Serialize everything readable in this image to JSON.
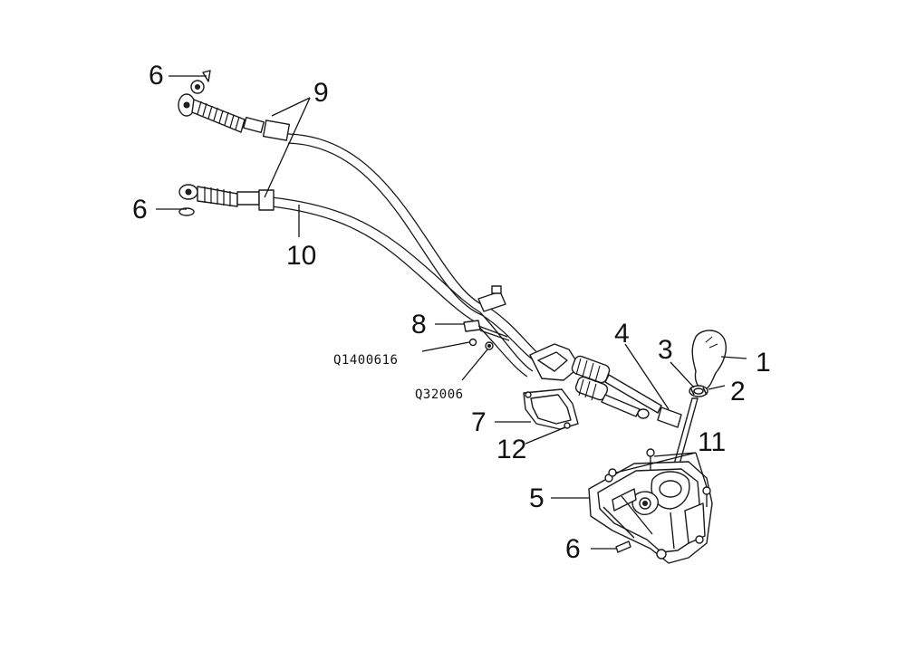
{
  "callouts": {
    "c1": "1",
    "c2": "2",
    "c3": "3",
    "c4": "4",
    "c5": "5",
    "c6a": "6",
    "c6b": "6",
    "c6c": "6",
    "c7": "7",
    "c8": "8",
    "c9": "9",
    "c10": "10",
    "c11": "11",
    "c12": "12",
    "q1": "Q1400616",
    "q2": "Q32006"
  }
}
